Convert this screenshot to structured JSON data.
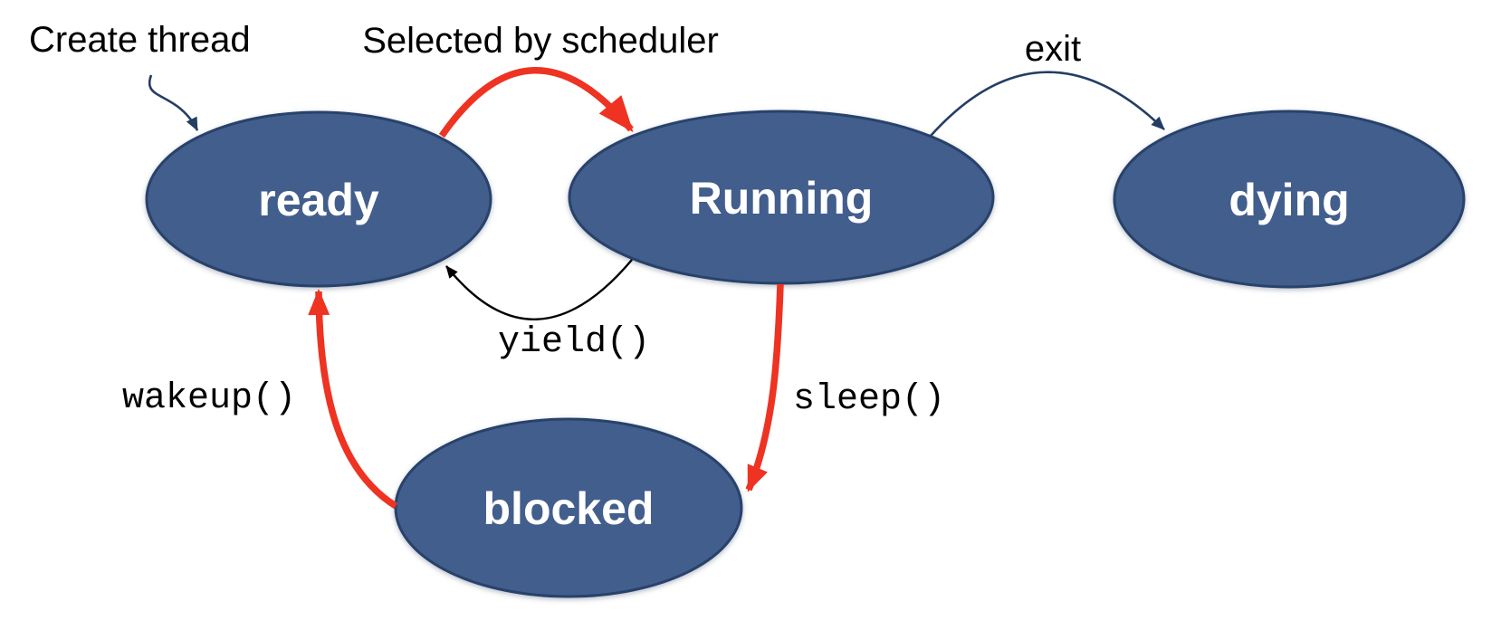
{
  "diagram": {
    "type": "state-diagram",
    "subject": "thread lifecycle states",
    "background_color": "#ffffff",
    "colors": {
      "state_fill": "#425e8c",
      "state_border": "#28426b",
      "state_text": "#ffffff",
      "emphasis_arrow": "#ee3322",
      "normal_arrow": "#243e63",
      "plain_arrow": "#000000",
      "label_text": "#000000"
    },
    "states": [
      {
        "label": "ready"
      },
      {
        "label": "Running"
      },
      {
        "label": "dying"
      },
      {
        "label": "blocked"
      }
    ],
    "transitions": [
      {
        "label": "Create thread",
        "from": "",
        "to": "ready",
        "style": "normal-thin-navy"
      },
      {
        "label": "Selected by scheduler",
        "from": "ready",
        "to": "Running",
        "style": "emphasis-thick-red"
      },
      {
        "label": "exit",
        "from": "Running",
        "to": "dying",
        "style": "normal-thin-navy"
      },
      {
        "label": "yield()",
        "from": "Running",
        "to": "ready",
        "style": "plain-thin-black"
      },
      {
        "label": "sleep()",
        "from": "Running",
        "to": "blocked",
        "style": "emphasis-thick-red"
      },
      {
        "label": "wakeup()",
        "from": "blocked",
        "to": "ready",
        "style": "emphasis-thick-red"
      }
    ]
  }
}
